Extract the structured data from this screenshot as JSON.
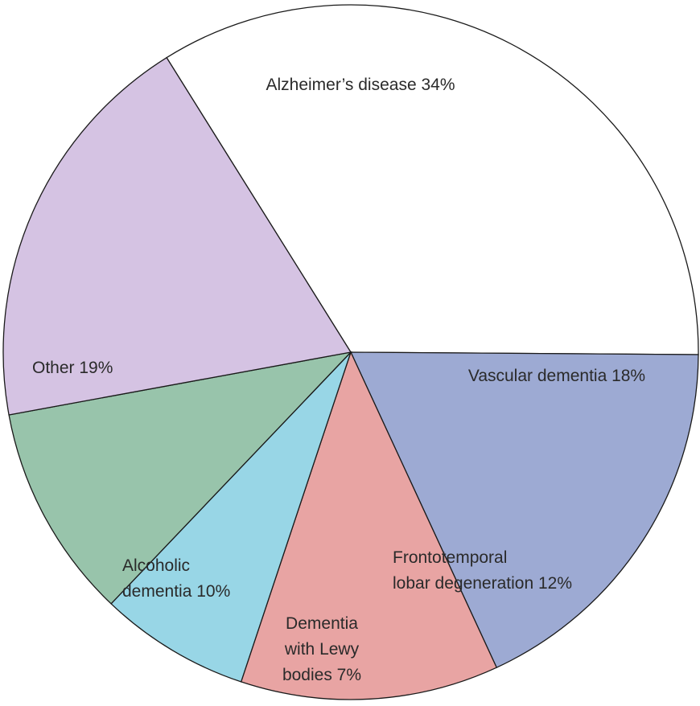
{
  "chart_data": {
    "type": "pie",
    "title": "",
    "slices": [
      {
        "label_lines": [
          "Alzheimer’s disease 34%"
        ],
        "value": 34,
        "color": "#ffffff"
      },
      {
        "label_lines": [
          "Vascular dementia 18%"
        ],
        "value": 18,
        "color": "#9daad3"
      },
      {
        "label_lines": [
          "Frontotemporal",
          "lobar degeneration 12%"
        ],
        "value": 12,
        "color": "#e8a4a3"
      },
      {
        "label_lines": [
          "Dementia",
          "with Lewy",
          "bodies 7%"
        ],
        "value": 7,
        "color": "#98d6e6"
      },
      {
        "label_lines": [
          "Alcoholic",
          "dementia 10%"
        ],
        "value": 10,
        "color": "#98c4ab"
      },
      {
        "label_lines": [
          "Other 19%"
        ],
        "value": 19,
        "color": "#d5c3e3"
      }
    ]
  }
}
